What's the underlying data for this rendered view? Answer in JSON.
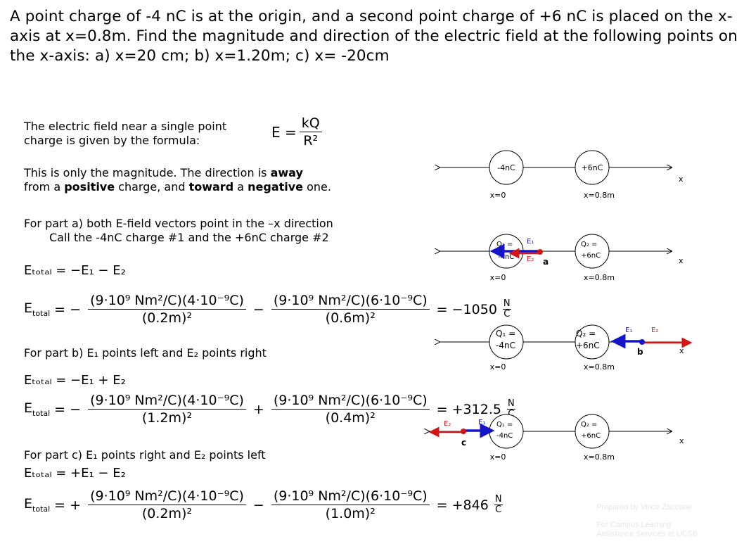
{
  "title": "A point charge of -4 nC is at the origin, and a second point charge of +6 nC is placed on the x-axis at x=0.8m.  Find the magnitude and direction of the electric field at the following points on the x-axis:  a) x=20 cm;  b) x=1.20m;  c) x= -20cm",
  "intro": {
    "line1": "The electric field near a single point",
    "line2": "charge is given by the formula:",
    "formula_lhs": "E =",
    "formula_num": "kQ",
    "formula_den": "R²"
  },
  "direction_note": {
    "l1_a": "This is only the magnitude.  The direction is ",
    "l1_b": "away",
    "l2_a": "from a ",
    "l2_b": "positive",
    "l2_c": " charge, and ",
    "l2_d": "toward",
    "l2_e": " a ",
    "l2_f": "negative",
    "l2_g": " one."
  },
  "part_a_text": {
    "line1": "For part a) both E-field vectors point in the –x direction",
    "line2": "Call the -4nC charge #1 and the +6nC charge #2"
  },
  "eq_a": {
    "sum": "Eₜₒₜₐₗ = −E₁ − E₂",
    "sign": "= −",
    "n1": "(9·10⁹ Nm²/C)(4·10⁻⁹C)",
    "d1": "(0.2m)²",
    "op": "−",
    "n2": "(9·10⁹ Nm²/C)(6·10⁻⁹C)",
    "d2": "(0.6m)²",
    "result": "= −1050"
  },
  "part_b_text": "For part b)  E₁ points left and E₂ points right",
  "eq_b": {
    "sum": "Eₜₒₜₐₗ = −E₁ + E₂",
    "sign": "= −",
    "n1": "(9·10⁹ Nm²/C)(4·10⁻⁹C)",
    "d1": "(1.2m)²",
    "op": "+",
    "n2": "(9·10⁹ Nm²/C)(6·10⁻⁹C)",
    "d2": "(0.4m)²",
    "result": "= +312.5"
  },
  "part_c_text": "For part c)  E₁ points right and E₂ points left",
  "eq_c": {
    "sum": "Eₜₒₜₐₗ = +E₁ − E₂",
    "sign": "= +",
    "n1": "(9·10⁹ Nm²/C)(4·10⁻⁹C)",
    "d1": "(0.2m)²",
    "op": "−",
    "n2": "(9·10⁹ Nm²/C)(6·10⁻⁹C)",
    "d2": "(1.0m)²",
    "result": "= +846"
  },
  "unit": {
    "num": "N",
    "den": "C"
  },
  "diagrams": {
    "x_label": "x",
    "x0": "x=0",
    "x08": "x=0.8m",
    "d1_q1": "-4nC",
    "d1_q2": "+6nC",
    "q1_top": "Q₁ =",
    "q1_bot": "-4nC",
    "q2_top": "Q₂ =",
    "q2_bot": "+6nC",
    "e1": "E₁",
    "e2": "E₂",
    "pt_a": "a",
    "pt_b": "b",
    "pt_c": "c",
    "e1_color": "#2020d0",
    "e2_color": "#d02020",
    "arrow_blue": "#1515c8",
    "arrow_red": "#d41515"
  },
  "footer": {
    "line1": "Prepared by Vince Zaccone",
    "line2": "For Campus Learning",
    "line3": "Assistance Services at UCSB"
  }
}
